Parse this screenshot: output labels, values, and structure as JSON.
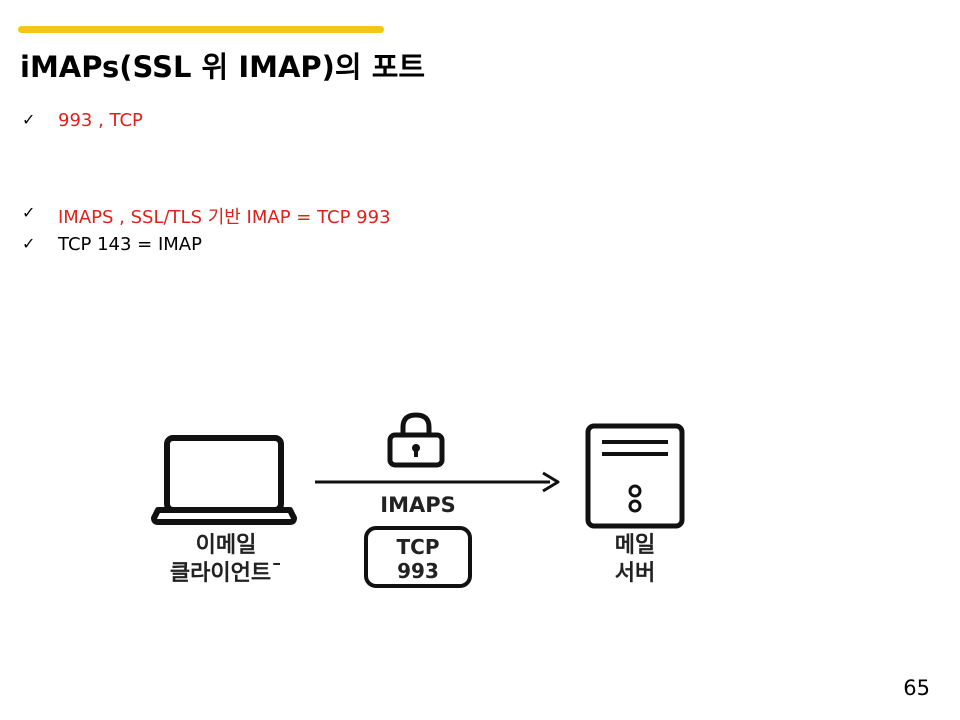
{
  "slide": {
    "title": "iMAPs(SSL 위 IMAP)의 포트",
    "page_number": "65",
    "accent_color": "#f5c518",
    "text_red": "#e0201b"
  },
  "bullets": [
    {
      "text": "993    , TCP",
      "color": "red"
    },
    {
      "text": "IMAPS , SSL/TLS 기반 IMAP   = TCP 993",
      "color": "red"
    },
    {
      "text": "TCP 143   = IMAP",
      "color": "black"
    }
  ],
  "check_icon": "checkmark-icon",
  "diagram": {
    "client_icon": "laptop-icon",
    "client_label_line1": "이메일",
    "client_label_line2": "클라이언트¯",
    "lock_icon": "padlock-icon",
    "protocol_label": "IMAPS",
    "port_line1": "TCP",
    "port_line2": "993",
    "server_icon": "server-icon",
    "server_label_line1": "메일",
    "server_label_line2": "서버"
  }
}
